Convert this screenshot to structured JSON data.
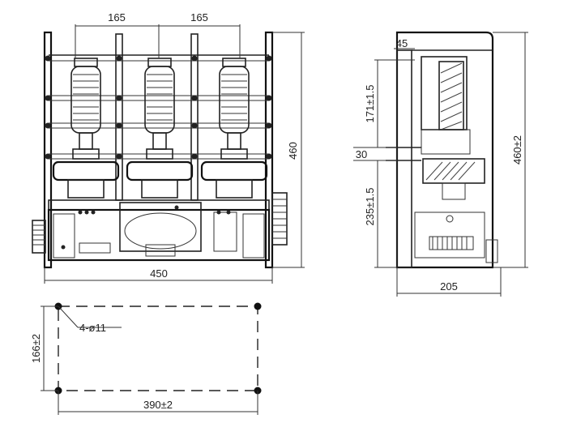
{
  "front_view": {
    "pitch_left": "165",
    "pitch_right": "165",
    "height": "460",
    "width": "450"
  },
  "side_view": {
    "top_offset": "45",
    "upper_height": "171±1.5",
    "terminal_height": "30",
    "lower_height": "235±1.5",
    "total_height": "460±2",
    "depth": "205"
  },
  "mounting_plan": {
    "holes": "4-ø11",
    "depth": "166±2",
    "spacing": "390±2"
  }
}
